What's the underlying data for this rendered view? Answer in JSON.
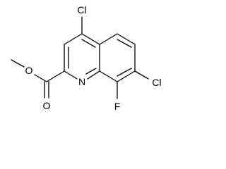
{
  "molecule": {
    "atoms": {
      "cl_top": "Cl",
      "cl_right": "Cl",
      "fluorine": "F",
      "nitrogen": "N",
      "oxygen_carbonyl": "O",
      "oxygen_ester": "O"
    }
  }
}
